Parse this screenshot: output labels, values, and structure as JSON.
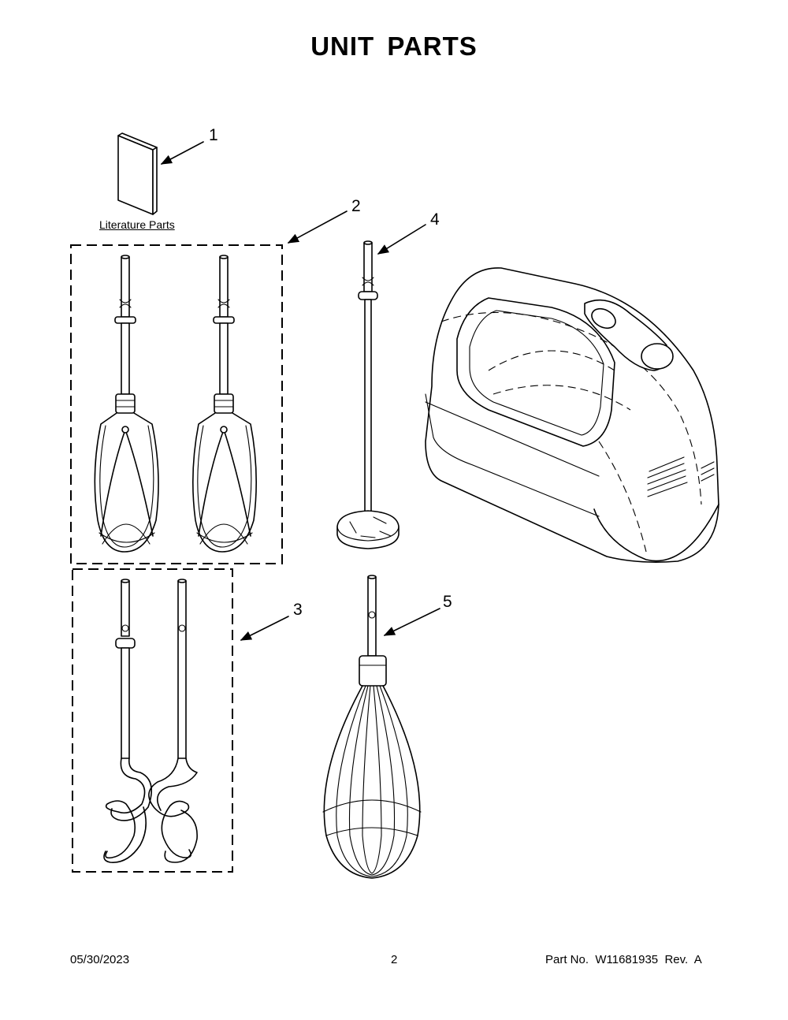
{
  "page": {
    "title": "UNIT PARTS",
    "footer": {
      "date": "05/30/2023",
      "page_number": "2",
      "part_number": "Part No.  W11681935  Rev.  A"
    }
  },
  "diagram": {
    "literature_label": "Literature Parts",
    "callouts": [
      {
        "id": "1",
        "part": "literature"
      },
      {
        "id": "2",
        "part": "flex-edge beaters"
      },
      {
        "id": "3",
        "part": "dough hooks"
      },
      {
        "id": "4",
        "part": "blender rod"
      },
      {
        "id": "5",
        "part": "pro whisk"
      }
    ]
  }
}
